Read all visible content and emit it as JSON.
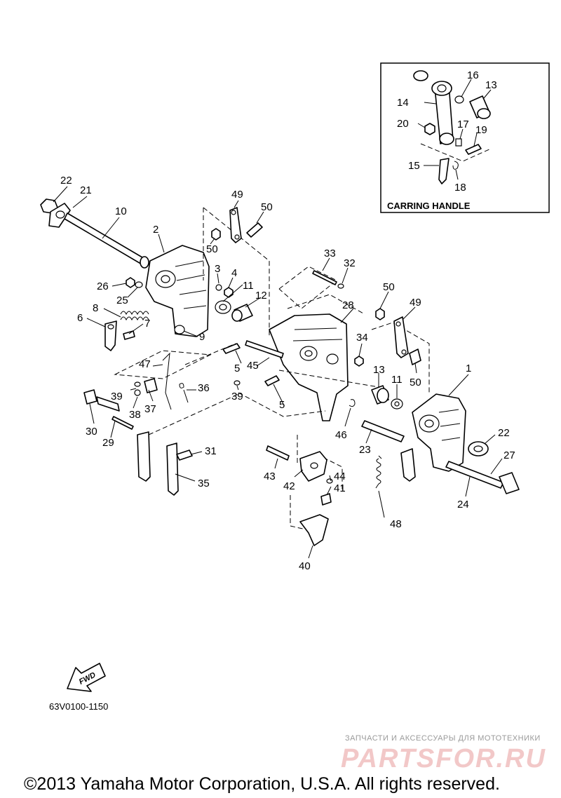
{
  "callouts": {
    "n1": "1",
    "n2": "2",
    "n3": "3",
    "n4": "4",
    "n5": "5",
    "n5b": "5",
    "n6": "6",
    "n7": "7",
    "n8": "8",
    "n9": "9",
    "n10": "10",
    "n11": "11",
    "n11b": "11",
    "n12": "12",
    "n13": "13",
    "n13b": "13",
    "n14": "14",
    "n15": "15",
    "n16": "16",
    "n17": "17",
    "n18": "18",
    "n19": "19",
    "n20": "20",
    "n21": "21",
    "n22": "22",
    "n22b": "22",
    "n23": "23",
    "n24": "24",
    "n25": "25",
    "n26": "26",
    "n27": "27",
    "n28": "28",
    "n29": "29",
    "n30": "30",
    "n31": "31",
    "n32": "32",
    "n33": "33",
    "n34": "34",
    "n35": "35",
    "n36": "36",
    "n37": "37",
    "n38": "38",
    "n39": "39",
    "n39b": "39",
    "n40": "40",
    "n41": "41",
    "n42": "42",
    "n43": "43",
    "n44": "44",
    "n45": "45",
    "n46": "46",
    "n47": "47",
    "n48": "48",
    "n49": "49",
    "n49b": "49",
    "n50": "50",
    "n50b": "50",
    "n50c": "50",
    "n50d": "50"
  },
  "inset": {
    "title": "CARRING HANDLE"
  },
  "fwd_label": "FWD",
  "drawing_code": "63V0100-1150",
  "watermark": {
    "tagline": "ЗАПЧАСТИ И АКСЕССУАРЫ ДЛЯ МОТОТЕХНИКИ",
    "brand": "PARTSFOR.RU",
    "brand_color": "#e8b4b4"
  },
  "copyright": "©2013 Yamaha Motor Corporation, U.S.A. All rights reserved."
}
